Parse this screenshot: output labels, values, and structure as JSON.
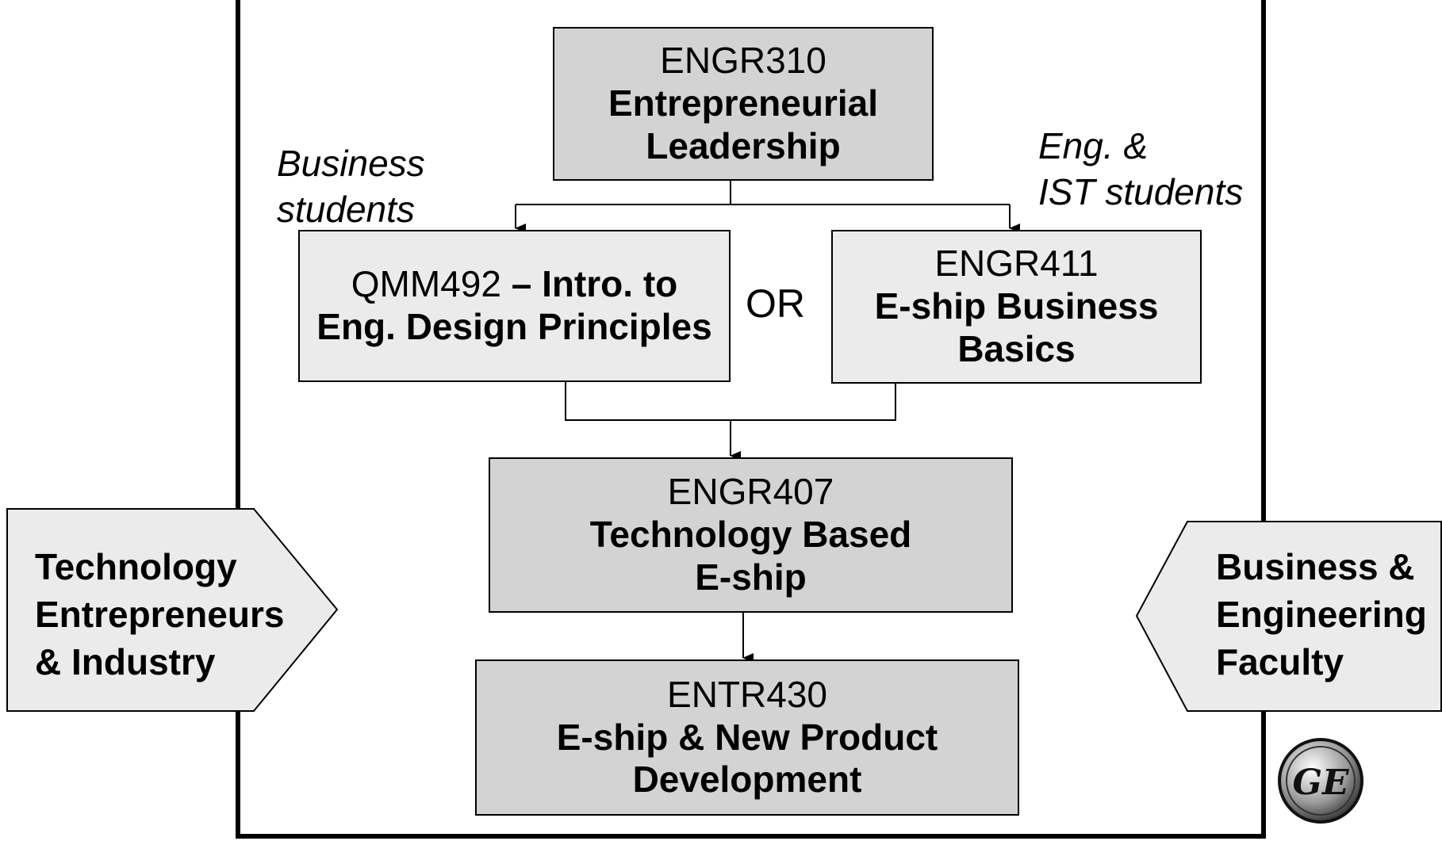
{
  "boxes": {
    "engr310": {
      "code": "ENGR310",
      "title_line1": "Entrepreneurial",
      "title_line2": "Leadership"
    },
    "qmm492": {
      "code": "QMM492",
      "title_part1": " – Intro. to",
      "title_line2": "Eng. Design Principles"
    },
    "engr411": {
      "code": "ENGR411",
      "title_line1": "E-ship Business",
      "title_line2": "Basics"
    },
    "engr407": {
      "code": "ENGR407",
      "title_line1": "Technology Based",
      "title_line2": "E-ship"
    },
    "entr430": {
      "code": "ENTR430",
      "title_line1": "E-ship & New Product",
      "title_line2": "Development"
    }
  },
  "notes": {
    "business_students_line1": "Business",
    "business_students_line2": "students",
    "eng_ist_line1": "Eng. &",
    "eng_ist_line2": "IST students",
    "or_label": "OR"
  },
  "side_left": {
    "line1": "Technology",
    "line2": "Entrepreneurs",
    "line3": "& Industry"
  },
  "side_right": {
    "line1": "Business &",
    "line2": "Engineering",
    "line3": "Faculty"
  },
  "colors": {
    "dark_box": "#d3d3d3",
    "light_box": "#ebebeb",
    "border": "#000000"
  },
  "logo": {
    "text": "GE"
  }
}
